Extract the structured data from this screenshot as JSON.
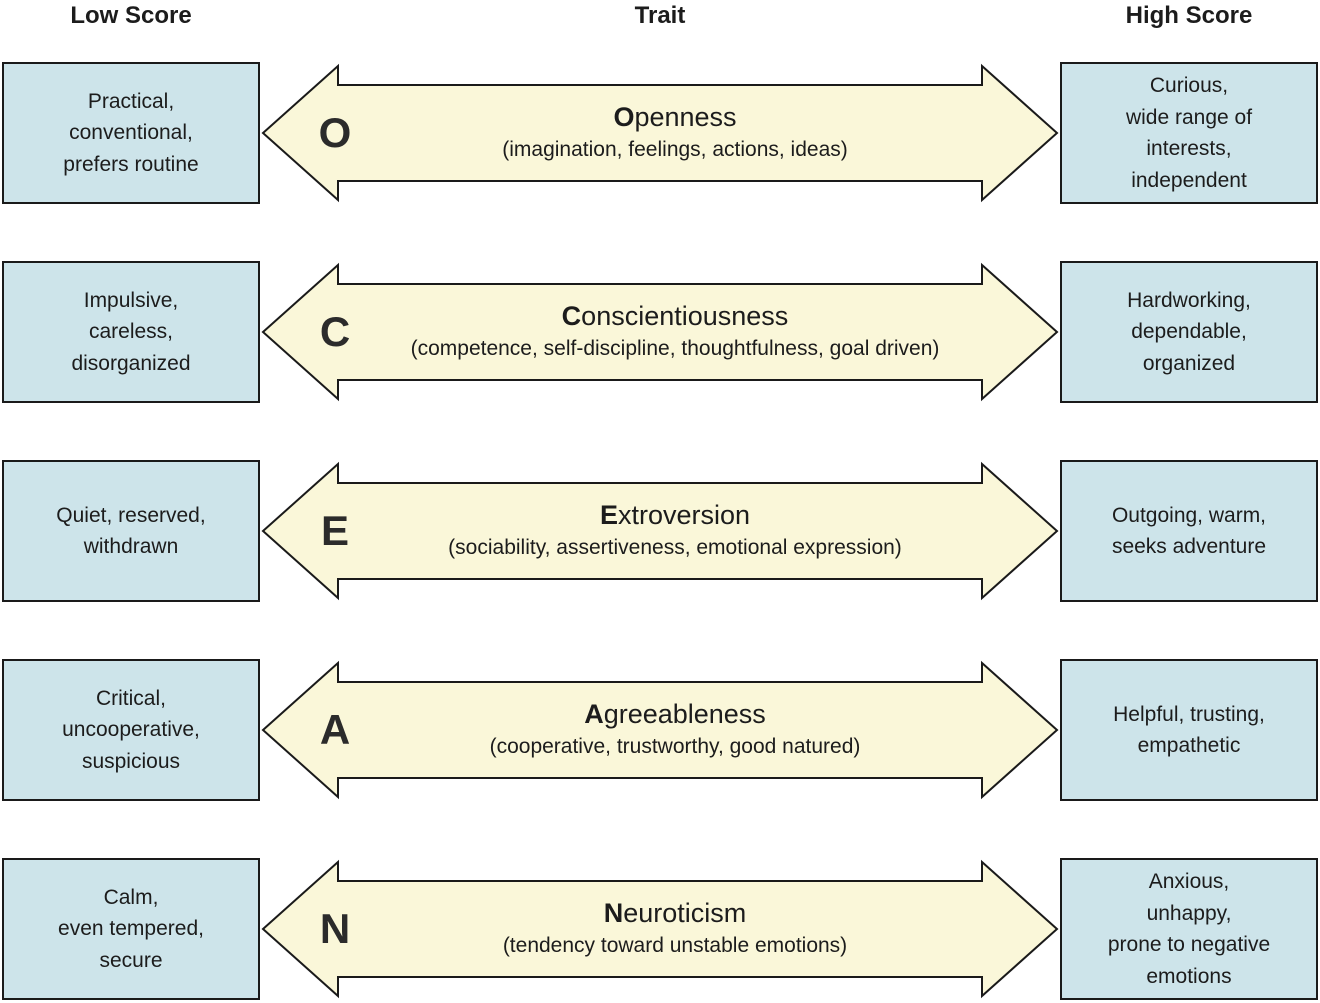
{
  "header": {
    "low_label": "Low Score",
    "trait_label": "Trait",
    "high_label": "High Score"
  },
  "colors": {
    "box_fill": "#cde4ea",
    "arrow_fill": "#faf7d9",
    "outline": "#1a1a1a",
    "text": "#1c1c1c"
  },
  "rows": [
    {
      "letter": "O",
      "trait_bold": "O",
      "trait_rest": "penness",
      "facets": "(imagination, feelings, actions, ideas)",
      "low": "Practical,\nconventional,\nprefers routine",
      "high": "Curious,\nwide range of\ninterests,\nindependent"
    },
    {
      "letter": "C",
      "trait_bold": "C",
      "trait_rest": "onscientiousness",
      "facets": "(competence, self-discipline, thoughtfulness, goal driven)",
      "low": "Impulsive,\ncareless,\ndisorganized",
      "high": "Hardworking,\ndependable,\norganized"
    },
    {
      "letter": "E",
      "trait_bold": "E",
      "trait_rest": "xtroversion",
      "facets": "(sociability, assertiveness, emotional expression)",
      "low": "Quiet, reserved,\nwithdrawn",
      "high": "Outgoing, warm,\nseeks adventure"
    },
    {
      "letter": "A",
      "trait_bold": "A",
      "trait_rest": "greeableness",
      "facets": "(cooperative, trustworthy, good natured)",
      "low": "Critical,\nuncooperative,\nsuspicious",
      "high": "Helpful, trusting,\nempathetic"
    },
    {
      "letter": "N",
      "trait_bold": "N",
      "trait_rest": "euroticism",
      "facets": "(tendency toward unstable emotions)",
      "low": "Calm,\neven tempered,\nsecure",
      "high": "Anxious,\nunhappy,\nprone to negative\nemotions"
    }
  ]
}
